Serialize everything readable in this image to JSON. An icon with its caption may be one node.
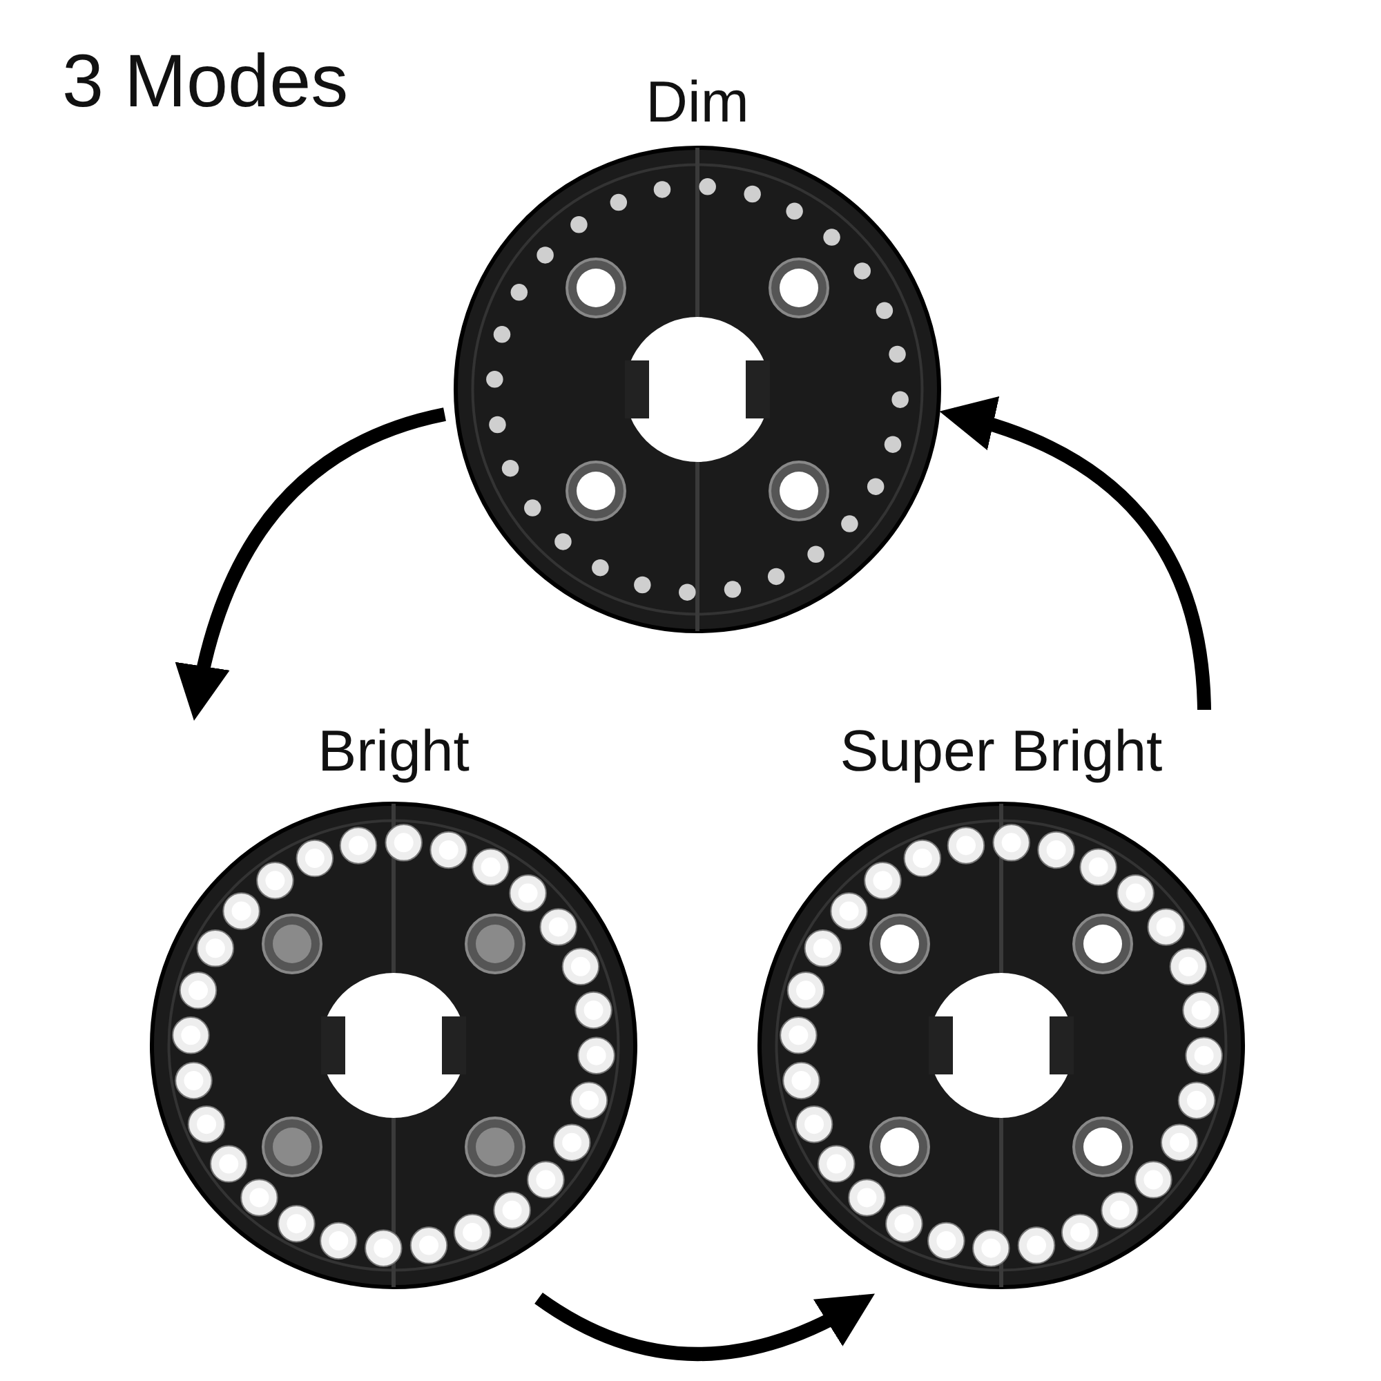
{
  "diagram": {
    "title": "3 Modes",
    "nodes": [
      {
        "text": [
          "Dim"
        ]
      },
      {
        "text": [
          "Bright"
        ]
      },
      {
        "text": [
          "Super Bright"
        ]
      }
    ],
    "edges": [
      {
        "from": 0,
        "to": 1,
        "arrow": "to"
      },
      {
        "from": 1,
        "to": 2,
        "arrow": "to"
      },
      {
        "from": 2,
        "to": 0,
        "arrow": "to"
      }
    ]
  }
}
